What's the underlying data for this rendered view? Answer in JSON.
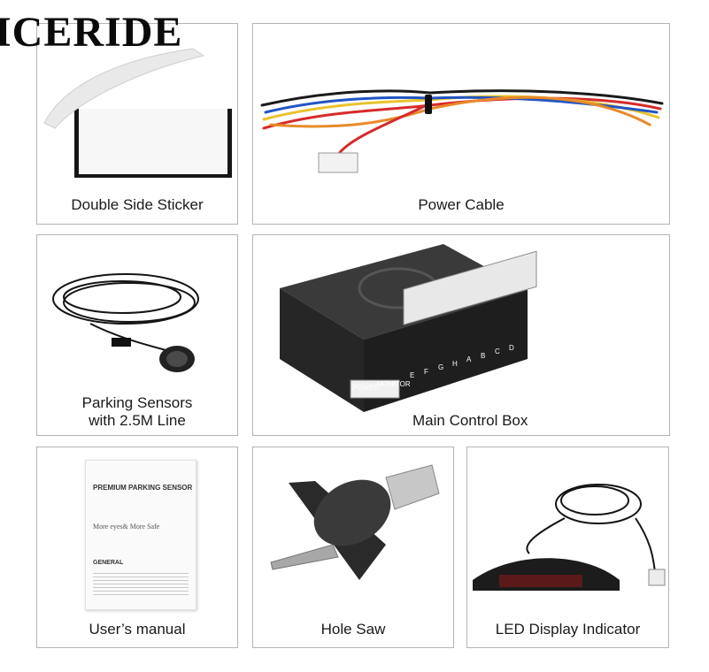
{
  "brand": {
    "name": "ICERIDE"
  },
  "panels": {
    "sticker": {
      "caption": "Double Side Sticker"
    },
    "power": {
      "caption": "Power Cable"
    },
    "sensors": {
      "caption_line1": "Parking Sensors",
      "caption_line2": "with 2.5M Line"
    },
    "control": {
      "caption": "Main Control Box",
      "port_power": "POWER",
      "port_monitor": "MONITOR",
      "port_letters": [
        "E",
        "F",
        "G",
        "H",
        "A",
        "B",
        "C",
        "D"
      ]
    },
    "manual": {
      "caption": "User’s manual",
      "title": "PREMIUM PARKING SENSOR",
      "slogan": "More eyes& More Safe",
      "section": "GENERAL"
    },
    "holesaw": {
      "caption": "Hole Saw"
    },
    "led": {
      "caption": "LED Display Indicator"
    }
  },
  "colors": {
    "border": "#b4b4b4",
    "text": "#1a1a1a",
    "device": "#2b2b2b"
  }
}
